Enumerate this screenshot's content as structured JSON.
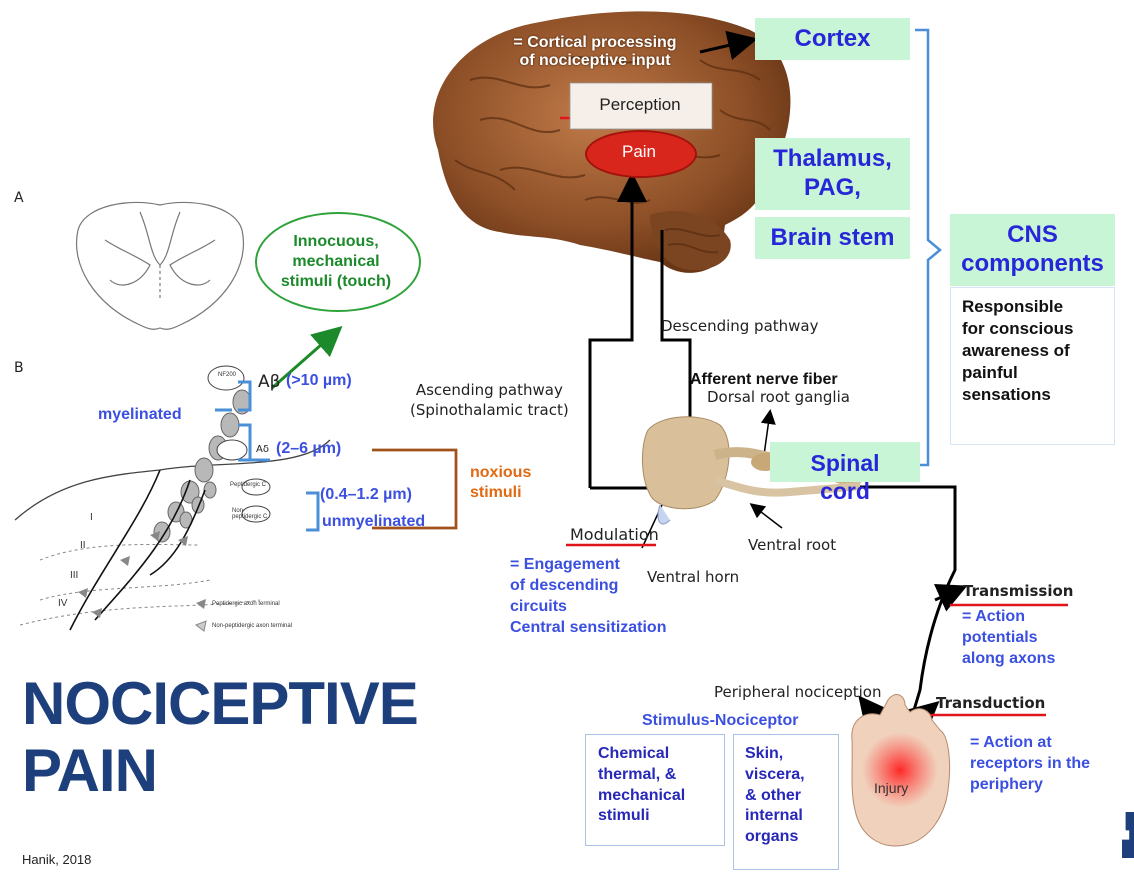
{
  "cortical_processing": "= Cortical processing\nof nociceptive input",
  "perception": "Perception",
  "pain": "Pain",
  "cortex": "Cortex",
  "thalamus": "Thalamus,\nPAG,",
  "brain_stem": "Brain stem",
  "cns": "CNS\ncomponents",
  "cns_desc": "Responsible\nfor conscious\nawareness of\npainful\nsensations",
  "spinal_cord": "Spinal\ncord",
  "panel_a": "A",
  "panel_b": "B",
  "innocuous": "Innocuous,\nmechanical\nstimuli (touch)",
  "a_beta": "Aβ",
  "a_beta_size": "(>10 µm)",
  "myelinated": "myelinated",
  "a_delta": "Aδ",
  "a_delta_size": "(2–6 µm)",
  "c_size": "(0.4–1.2 µm)",
  "unmyelinated": "unmyelinated",
  "noxious": "noxious\nstimuli",
  "descending_pathway": "Descending pathway",
  "ascending_pathway": "Ascending pathway\n(Spinothalamic tract)",
  "afferent": "Afferent nerve fiber",
  "dorsal_root": "Dorsal root ganglia",
  "modulation": "Modulation",
  "modulation_desc": "= Engagement\nof descending\ncircuits\nCentral sensitization",
  "ventral_horn": "Ventral horn",
  "ventral_root": "Ventral root",
  "transmission": "Transmission",
  "transmission_desc": "= Action\npotentials\nalong axons",
  "peripheral_nociception": "Peripheral nociception",
  "transduction": "Transduction",
  "transduction_desc": "= Action at\nreceptors in the\nperiphery",
  "stimulus_nociceptor": "Stimulus-Nociceptor",
  "stimuli_box": "Chemical\nthermal, &\nmechanical\nstimuli",
  "organs_box": "Skin,\nviscera,\n& other\ninternal\norgans",
  "injury": "Injury",
  "title": "NOCICEPTIVE\nPAIN",
  "citation": "Hanik, 2018",
  "spinal_tiny": {
    "np": "NF200",
    "peptidergic": "Peptidergic C",
    "nonpeptidergic": "Non-\npeptidergic C",
    "laminae": [
      "I",
      "II",
      "III",
      "IV"
    ],
    "legend1": "Peptidergic axon terminal",
    "legend2": "Non-peptidergic axon terminal"
  },
  "colors": {
    "blue_label": "#3b4fe0",
    "green_box_bg": "#c9f5d7",
    "green_box_text": "#2727d9",
    "red_underline": "#e0141b",
    "title_navy": "#1d3f7c",
    "orange": "#e06a12",
    "bracket_blue": "#4a8fd8"
  }
}
